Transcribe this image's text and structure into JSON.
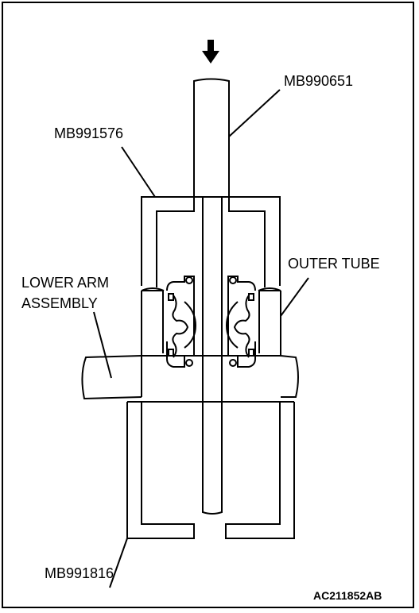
{
  "labels": {
    "tool_top": "MB990651",
    "tool_upper": "MB991576",
    "outer_tube": "OUTER TUBE",
    "lower_arm_line1": "LOWER ARM",
    "lower_arm_line2": "ASSEMBLY",
    "tool_lower": "MB991816"
  },
  "figure_code": "AC211852AB"
}
